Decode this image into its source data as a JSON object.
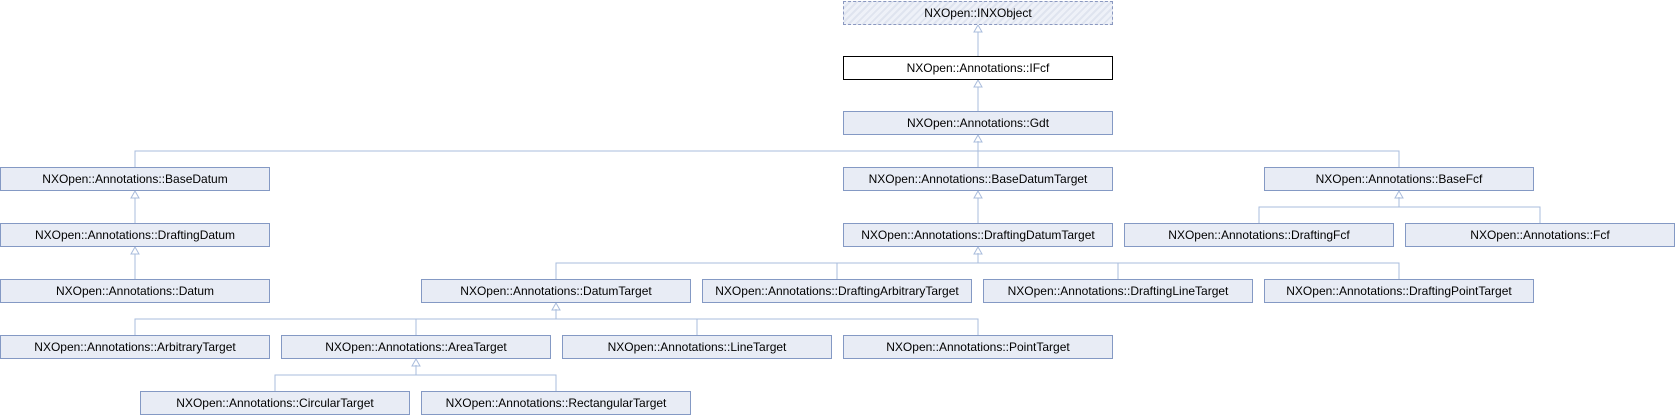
{
  "diagram": {
    "colors": {
      "edge": "#a9bcdc",
      "node_fill": "#e8ecf5",
      "node_border": "#8499c4",
      "current_border": "#000000"
    },
    "nodes": {
      "inxobject": "NXOpen::INXObject",
      "ifcf": "NXOpen::Annotations::IFcf",
      "gdt": "NXOpen::Annotations::Gdt",
      "base_datum": "NXOpen::Annotations::BaseDatum",
      "base_datum_target": "NXOpen::Annotations::BaseDatumTarget",
      "base_fcf": "NXOpen::Annotations::BaseFcf",
      "drafting_datum": "NXOpen::Annotations::DraftingDatum",
      "drafting_datum_target": "NXOpen::Annotations::DraftingDatumTarget",
      "drafting_fcf": "NXOpen::Annotations::DraftingFcf",
      "fcf": "NXOpen::Annotations::Fcf",
      "datum": "NXOpen::Annotations::Datum",
      "datum_target": "NXOpen::Annotations::DatumTarget",
      "drafting_arbitrary_target": "NXOpen::Annotations::DraftingArbitraryTarget",
      "drafting_line_target": "NXOpen::Annotations::DraftingLineTarget",
      "drafting_point_target": "NXOpen::Annotations::DraftingPointTarget",
      "arbitrary_target": "NXOpen::Annotations::ArbitraryTarget",
      "area_target": "NXOpen::Annotations::AreaTarget",
      "line_target": "NXOpen::Annotations::LineTarget",
      "point_target": "NXOpen::Annotations::PointTarget",
      "circular_target": "NXOpen::Annotations::CircularTarget",
      "rectangular_target": "NXOpen::Annotations::RectangularTarget"
    },
    "edges": [
      [
        "ifcf",
        "inxobject"
      ],
      [
        "gdt",
        "ifcf"
      ],
      [
        "base_datum",
        "gdt"
      ],
      [
        "base_datum_target",
        "gdt"
      ],
      [
        "base_fcf",
        "gdt"
      ],
      [
        "drafting_datum",
        "base_datum"
      ],
      [
        "drafting_datum_target",
        "base_datum_target"
      ],
      [
        "drafting_fcf",
        "base_fcf"
      ],
      [
        "fcf",
        "base_fcf"
      ],
      [
        "datum",
        "drafting_datum"
      ],
      [
        "datum_target",
        "drafting_datum_target"
      ],
      [
        "drafting_arbitrary_target",
        "drafting_datum_target"
      ],
      [
        "drafting_line_target",
        "drafting_datum_target"
      ],
      [
        "drafting_point_target",
        "drafting_datum_target"
      ],
      [
        "arbitrary_target",
        "datum_target"
      ],
      [
        "area_target",
        "datum_target"
      ],
      [
        "line_target",
        "datum_target"
      ],
      [
        "point_target",
        "datum_target"
      ],
      [
        "circular_target",
        "area_target"
      ],
      [
        "rectangular_target",
        "area_target"
      ]
    ]
  }
}
